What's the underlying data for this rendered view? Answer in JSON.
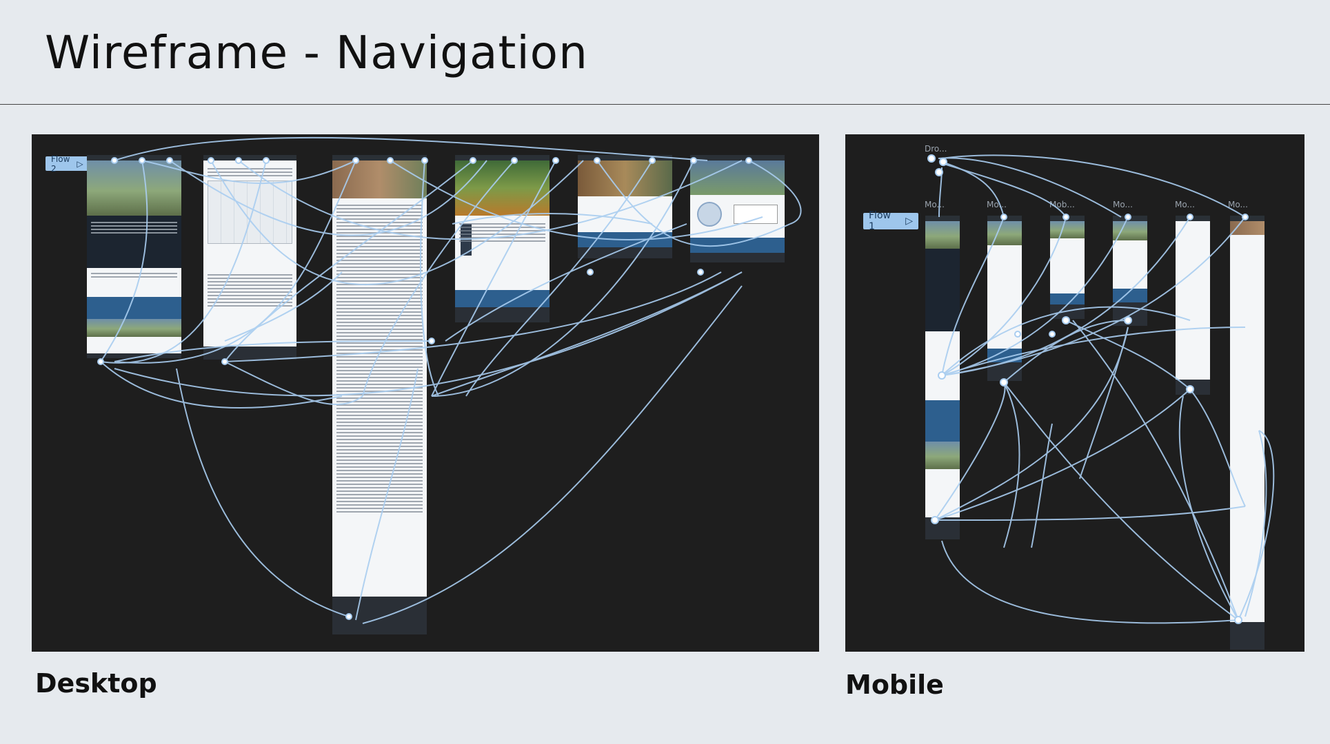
{
  "page": {
    "title": "Wireframe - Navigation"
  },
  "desktop": {
    "caption": "Desktop",
    "flow_tag": "Flow 2"
  },
  "mobile": {
    "caption": "Mobile",
    "flow_tag": "Flow 1",
    "frame_labels": [
      "Dro...",
      "Mo...",
      "Mo...",
      "Mob...",
      "Mo...",
      "Mo...",
      "Mo..."
    ]
  },
  "colors": {
    "background": "#e6eaee",
    "canvas": "#1e1e1e",
    "connector": "#a9cdf0",
    "flow_tag": "#9ec6ec"
  },
  "icons": {
    "flow_play": "play-triangle-icon"
  }
}
